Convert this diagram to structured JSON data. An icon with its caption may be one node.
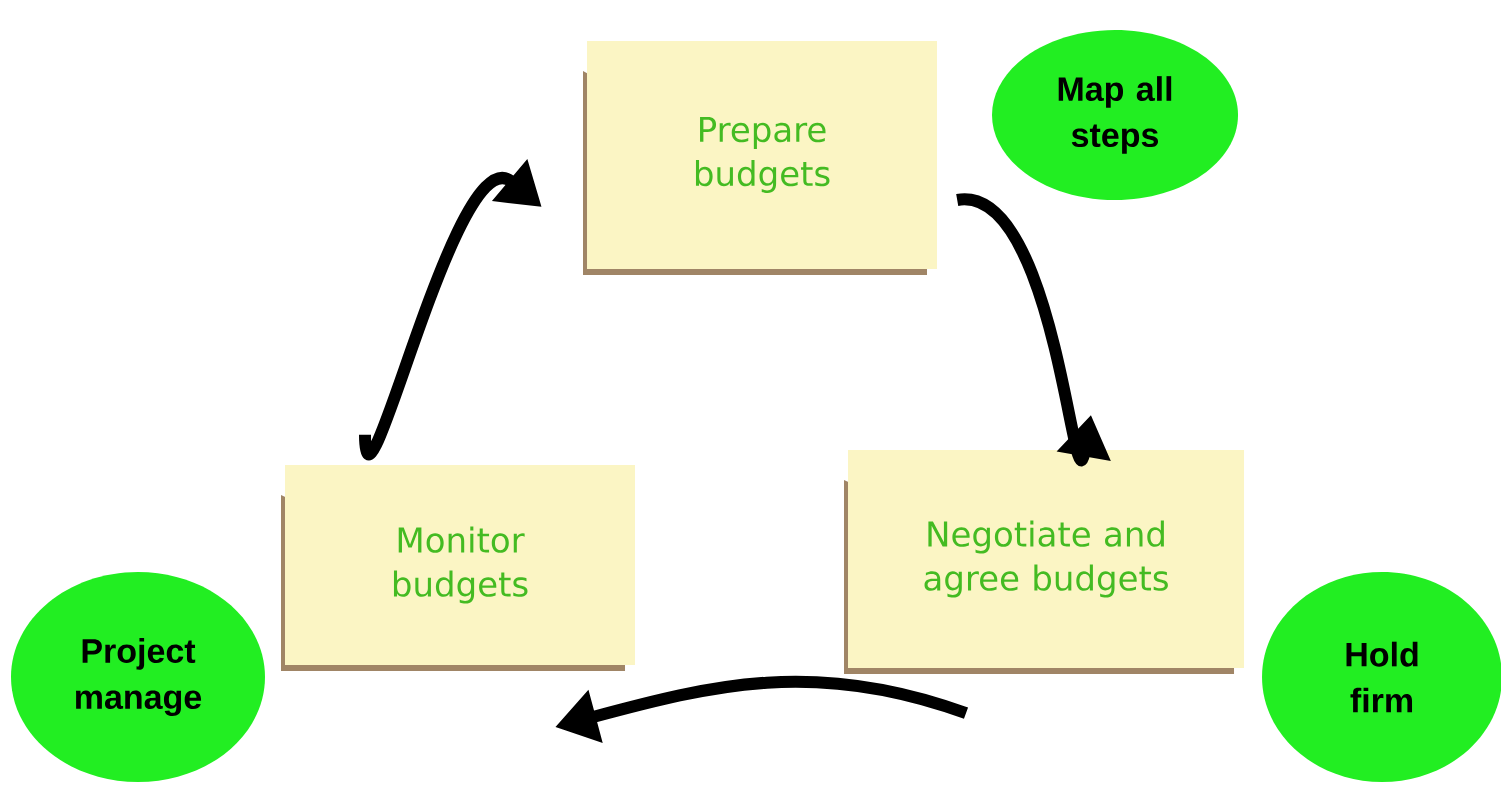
{
  "diagram": {
    "nodes": [
      {
        "text": [
          "Prepare budgets"
        ]
      },
      {
        "text": [
          "Map all steps"
        ]
      },
      {
        "text": [
          "Monitor budgets"
        ]
      },
      {
        "text": [
          "Negotiate and agree budgets"
        ]
      },
      {
        "text": [
          "Project manage"
        ]
      },
      {
        "text": [
          "Hold firm"
        ]
      }
    ],
    "edges": [
      {
        "from": 0,
        "to": 3,
        "arrow": "to"
      },
      {
        "from": 3,
        "to": 2,
        "arrow": "to"
      },
      {
        "from": 2,
        "to": 0,
        "arrow": "to"
      }
    ]
  }
}
